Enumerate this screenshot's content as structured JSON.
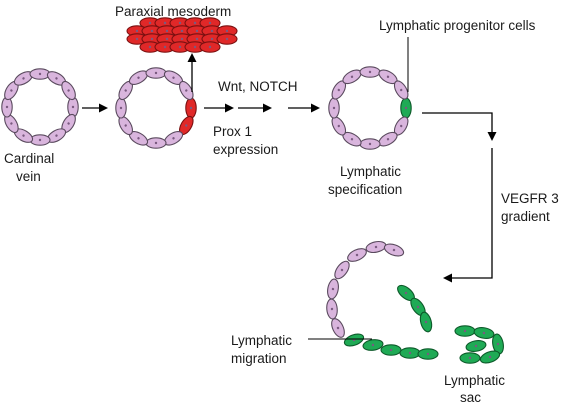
{
  "labels": {
    "paraxial_mesoderm": "Paraxial mesoderm",
    "lymphatic_progenitor_cells": "Lymphatic progenitor cells",
    "wnt_notch": "Wnt, NOTCH",
    "prox1_line1": "Prox 1",
    "prox1_line2": "expression",
    "cardinal_line1": "Cardinal",
    "cardinal_line2": "vein",
    "specification_line1": "Lymphatic",
    "specification_line2": "specification",
    "vegfr_line1": "VEGFR 3",
    "vegfr_line2": "gradient",
    "migration_line1": "Lymphatic",
    "migration_line2": "migration",
    "sac_line1": "Lymphatic",
    "sac_line2": "sac"
  },
  "colors": {
    "endothelial_cell": "#d9b5dd",
    "mesoderm_cell": "#e02828",
    "lymphatic_cell": "#1faa55"
  }
}
